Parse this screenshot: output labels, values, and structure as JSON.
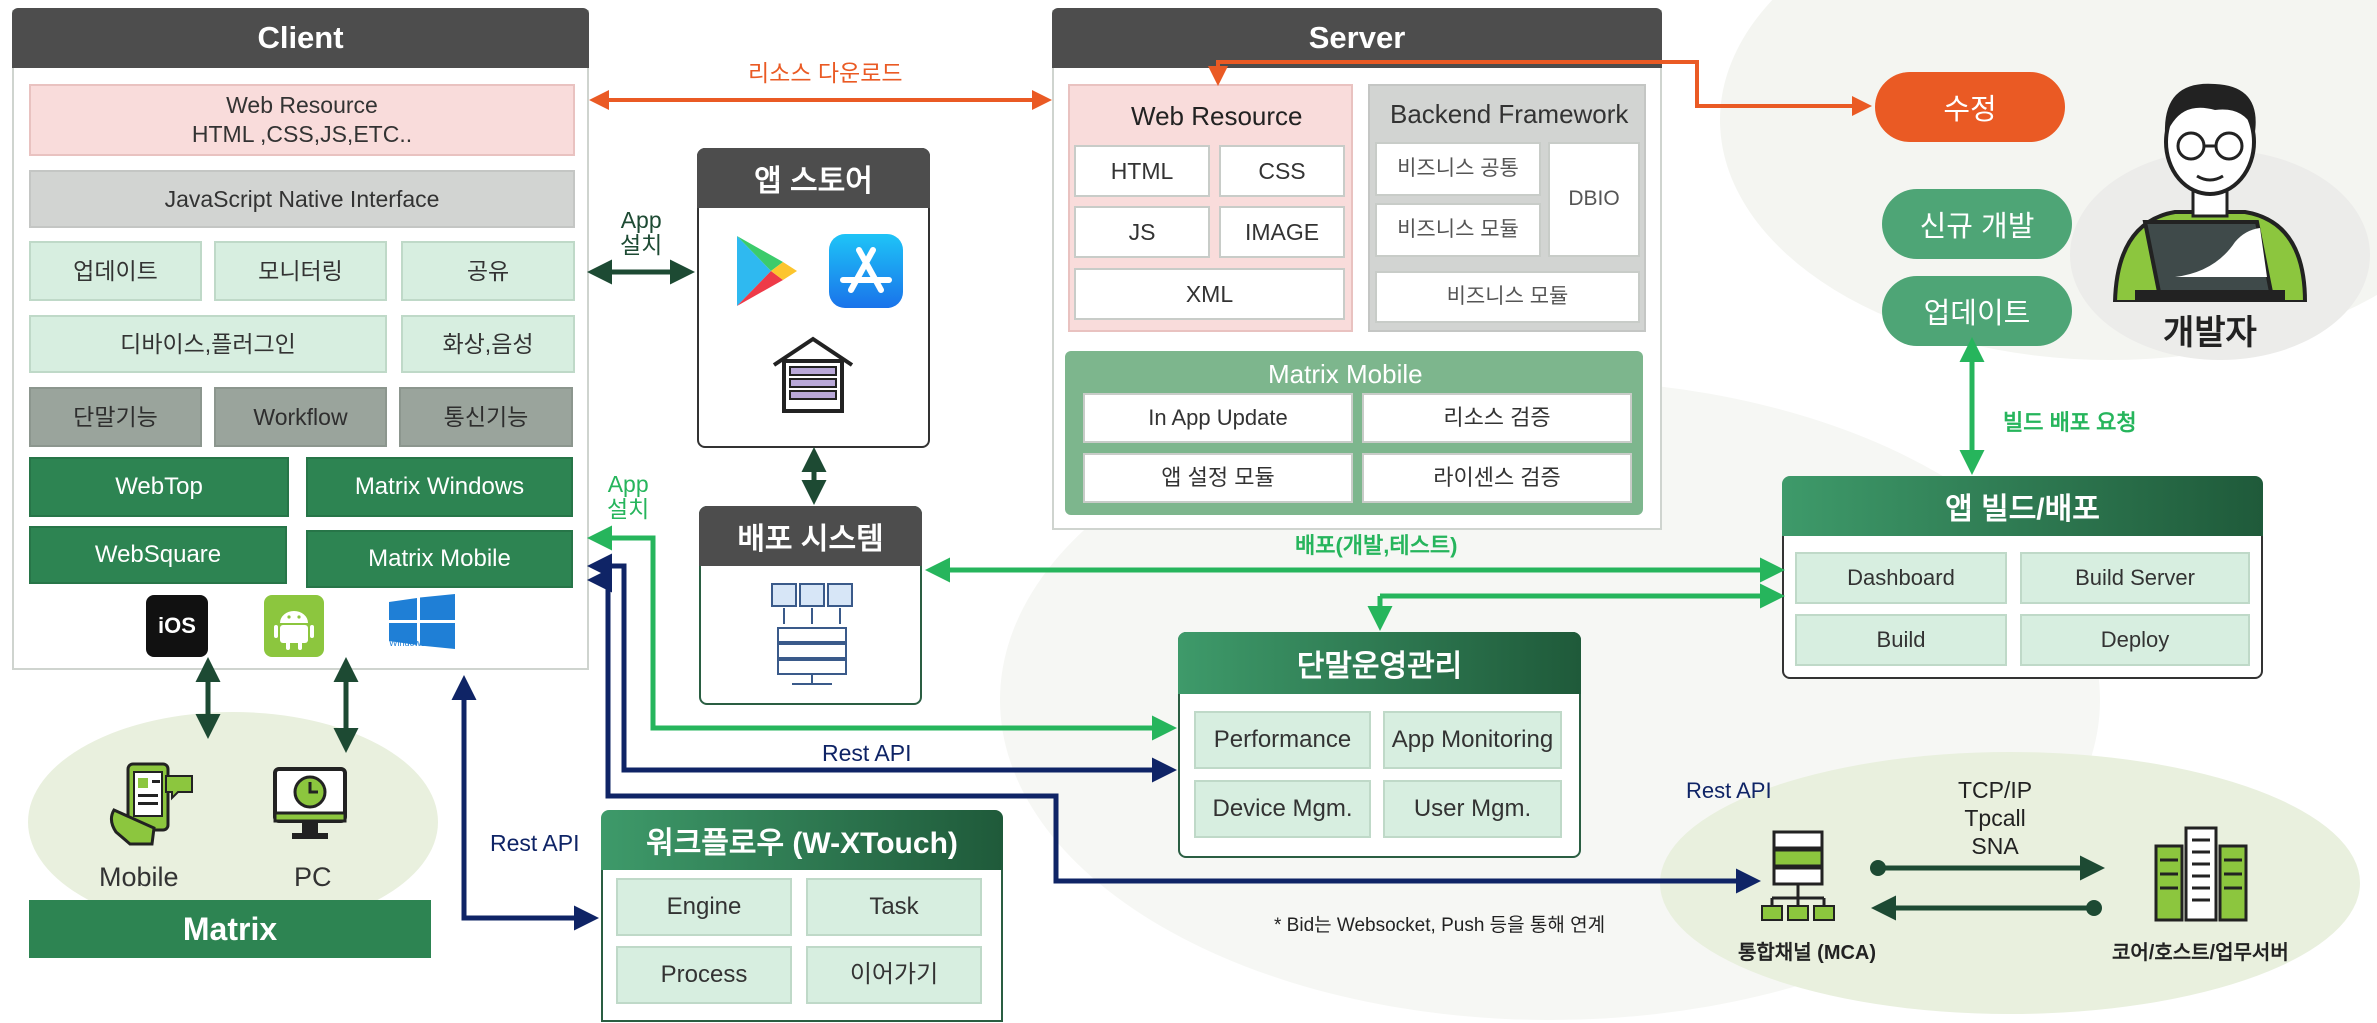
{
  "client": {
    "title": "Client",
    "web_resource": "Web Resource\nHTML ,CSS,JS,ETC..",
    "jni": "JavaScript Native Interface",
    "row1": [
      "업데이트",
      "모니터링",
      "공유"
    ],
    "row2": [
      "디바이스,플러그인",
      "화상,음성"
    ],
    "row3": [
      "단말기능",
      "Workflow",
      "통신기능"
    ],
    "row4": [
      "WebTop",
      "Matrix Windows"
    ],
    "row5": [
      "WebSquare",
      "Matrix Mobile"
    ],
    "os_icons": [
      "ios-icon",
      "android-icon",
      "windows10-icon"
    ],
    "ios_label": "iOS",
    "windows_label": "Windows 10"
  },
  "matrix": {
    "mobile": "Mobile",
    "pc": "PC",
    "title": "Matrix"
  },
  "appstore": {
    "title": "앱 스토어"
  },
  "deploy_system": {
    "title": "배포 시스템"
  },
  "server": {
    "title": "Server",
    "web_resource": {
      "title": "Web Resource",
      "items": [
        "HTML",
        "CSS",
        "JS",
        "IMAGE",
        "XML"
      ]
    },
    "backend": {
      "title": "Backend Framework",
      "common": "비즈니스 공통",
      "module": "비즈니스 모듈",
      "dbio": "DBIO",
      "module2": "비즈니스 모듈"
    },
    "matrix_mobile": {
      "title": "Matrix Mobile",
      "items": [
        "In App Update",
        "리소스 검증",
        "앱 설정 모듈",
        "라이센스 검증"
      ]
    }
  },
  "developer": {
    "title": "개발자",
    "fix": "수정",
    "new_dev": "신규 개발",
    "update": "업데이트",
    "build_request": "빌드 배포 요청"
  },
  "app_build": {
    "title": "앱 빌드/배포",
    "items": [
      "Dashboard",
      "Build Server",
      "Build",
      "Deploy"
    ]
  },
  "terminal_mgmt": {
    "title": "단말운영관리",
    "items": [
      "Performance",
      "App Monitoring",
      "Device Mgm.",
      "User Mgm."
    ]
  },
  "workflow": {
    "title": "워크플로우 (W-XTouch)",
    "items": [
      "Engine",
      "Task",
      "Process",
      "이어가기"
    ]
  },
  "labels": {
    "resource_download": "리소스 다운로드",
    "app_install_1": "App\n설치",
    "app_install_2": "App\n설치",
    "deploy_dev_test": "배포(개발,테스트)",
    "rest_api_1": "Rest API",
    "rest_api_2": "Rest API",
    "rest_api_3": "Rest API",
    "protocols": "TCP/IP\nTpcall\nSNA",
    "bid_note": "* Bid는 Websocket, Push 등을 통해 연계"
  },
  "mca": {
    "channel": "통합채널 (MCA)",
    "core": "코어/호스트/업무서버"
  },
  "colors": {
    "green": "#2d8452",
    "mint": "#d7eee0",
    "orange": "#ea5a24",
    "navy": "#0f2466",
    "bright_green": "#26b55c",
    "dark_arrow": "#1d4a33"
  }
}
